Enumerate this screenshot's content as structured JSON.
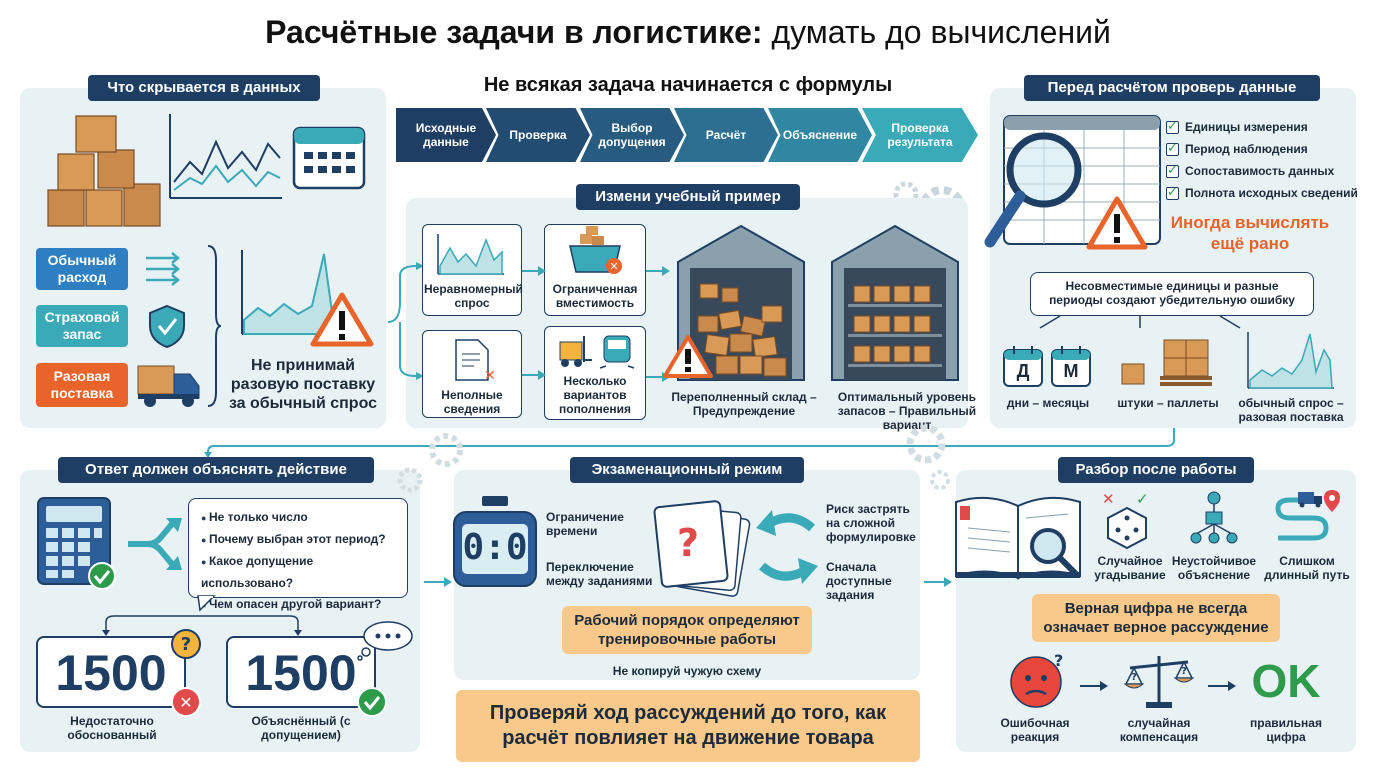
{
  "title": {
    "bold": "Расчётные задачи в логистике:",
    "rest": " думать до вычислений"
  },
  "subhead": "Не всякая задача начинается с формулы",
  "steps": [
    "Исходные данные",
    "Проверка",
    "Выбор допущения",
    "Расчёт",
    "Объяснение",
    "Проверка результата"
  ],
  "panel_hidden": {
    "tag": "Что скрывается в данных",
    "pills": [
      "Обычный расход",
      "Страховой запас",
      "Разовая поставка"
    ],
    "warning": "Не принимай разовую поставку за обычный спрос"
  },
  "panel_modify": {
    "tag": "Измени учебный пример",
    "cards": [
      "Неравномерный спрос",
      "Ограниченная вместимость",
      "Неполные сведения",
      "Несколько вариантов пополнения"
    ],
    "warehouse_bad": "Переполненный склад – Предупреждение",
    "warehouse_good": "Оптимальный уровень запасов – Правильный вариант"
  },
  "panel_check": {
    "tag": "Перед расчётом проверь данные",
    "items": [
      "Единицы измерения",
      "Период наблюдения",
      "Сопоставимость данных",
      "Полнота исходных сведений"
    ],
    "warning": "Иногда вычислять ещё рано",
    "bubble": "Несовместимые единицы и разные периоды создают убедительную ошибку",
    "cal_d": "Д",
    "cal_m": "М",
    "ex1": "дни – месяцы",
    "ex2": "штуки – паллеты",
    "ex3": "обычный спрос – разовая поставка"
  },
  "panel_answer": {
    "tag": "Ответ должен объяснять действие",
    "questions": [
      "Не только число",
      "Почему выбран этот период?",
      "Какое допущение использовано?",
      "Чем опасен другой вариант?"
    ],
    "num_bad": "1500",
    "num_good": "1500",
    "cap_bad": "Недостаточно обоснованный",
    "cap_good": "Объяснённый (с допущением)"
  },
  "panel_exam": {
    "tag": "Экзаменационный режим",
    "timer": "0:0",
    "left1": "Ограничение времени",
    "left2": "Переключение между заданиями",
    "right1": "Риск застрять на сложной формулировке",
    "right2": "Сначала доступные задания",
    "highlight": "Рабочий порядок определяют тренировочные работы",
    "note": "Не копируй чужую схему"
  },
  "panel_review": {
    "tag": "Разбор после работы",
    "items": [
      "Случайное угадывание",
      "Неустойчивое объяснение",
      "Слишком длинный путь"
    ],
    "highlight": "Верная цифра не всегда означает верное рассуждение",
    "flow": [
      "Ошибочная реакция",
      "случайная компенсация",
      "правильная цифра"
    ],
    "ok": "OK"
  },
  "footer": "Проверяй ход рассуждений до того, как расчёт повлияет на движение товара",
  "colors": {
    "navy": "#1f3e63",
    "teal": "#3aa9b8",
    "orange": "#e9642a",
    "panel": "#e8f1f4",
    "highlight": "#f8c98a"
  }
}
